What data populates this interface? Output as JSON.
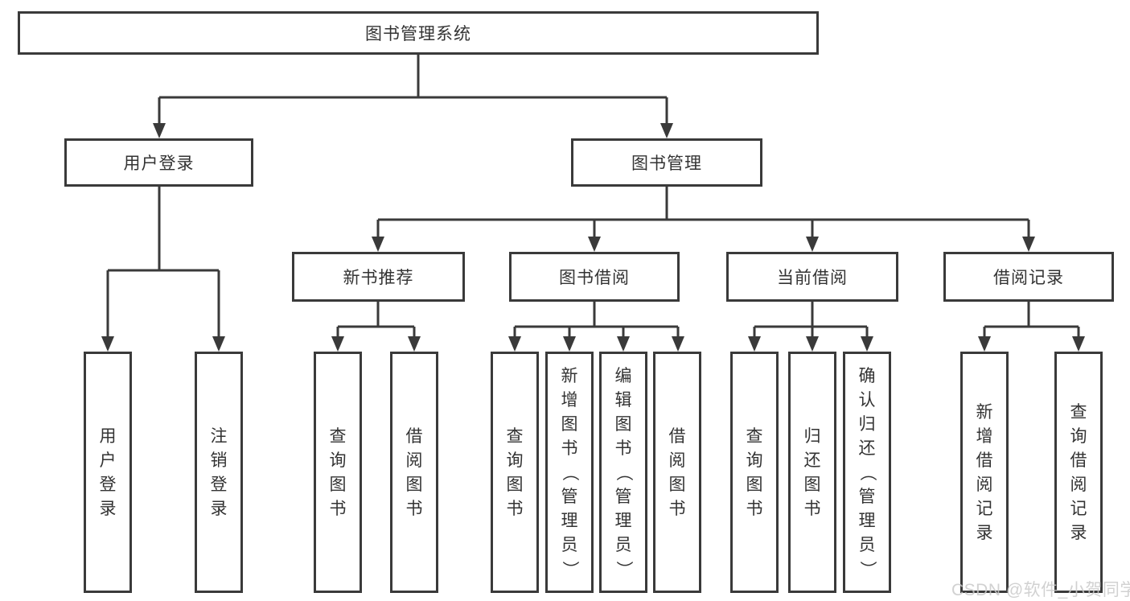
{
  "diagram": {
    "root": {
      "label": "图书管理系统"
    },
    "level2": {
      "user_login": {
        "label": "用户登录"
      },
      "book_mgmt": {
        "label": "图书管理"
      }
    },
    "level3": {
      "new_book": {
        "label": "新书推荐"
      },
      "book_borrow": {
        "label": "图书借阅"
      },
      "current_borrow": {
        "label": "当前借阅"
      },
      "borrow_records": {
        "label": "借阅记录"
      }
    },
    "leaves": {
      "ul_login": {
        "label": "用户登录"
      },
      "ul_logout": {
        "label": "注销登录"
      },
      "nb_query": {
        "label": "查询图书"
      },
      "nb_borrow": {
        "label": "借阅图书"
      },
      "bb_query": {
        "label": "查询图书"
      },
      "bb_add": {
        "label": "新增图书（管理员）"
      },
      "bb_edit": {
        "label": "编辑图书（管理员）"
      },
      "bb_borrow": {
        "label": "借阅图书"
      },
      "cb_query": {
        "label": "查询图书"
      },
      "cb_return": {
        "label": "归还图书"
      },
      "cb_confirm": {
        "label": "确认归还（管理员）"
      },
      "br_add": {
        "label": "新增借阅记录"
      },
      "br_query": {
        "label": "查询借阅记录"
      }
    },
    "edges": [
      {
        "from": "图书管理系统",
        "to": "用户登录"
      },
      {
        "from": "图书管理系统",
        "to": "图书管理"
      },
      {
        "from": "用户登录",
        "to": "用户登录"
      },
      {
        "from": "用户登录",
        "to": "注销登录"
      },
      {
        "from": "图书管理",
        "to": "新书推荐"
      },
      {
        "from": "图书管理",
        "to": "图书借阅"
      },
      {
        "from": "图书管理",
        "to": "当前借阅"
      },
      {
        "from": "图书管理",
        "to": "借阅记录"
      },
      {
        "from": "新书推荐",
        "to": "查询图书"
      },
      {
        "from": "新书推荐",
        "to": "借阅图书"
      },
      {
        "from": "图书借阅",
        "to": "查询图书"
      },
      {
        "from": "图书借阅",
        "to": "新增图书（管理员）"
      },
      {
        "from": "图书借阅",
        "to": "编辑图书（管理员）"
      },
      {
        "from": "图书借阅",
        "to": "借阅图书"
      },
      {
        "from": "当前借阅",
        "to": "查询图书"
      },
      {
        "from": "当前借阅",
        "to": "归还图书"
      },
      {
        "from": "当前借阅",
        "to": "确认归还（管理员）"
      },
      {
        "from": "借阅记录",
        "to": "新增借阅记录"
      },
      {
        "from": "借阅记录",
        "to": "查询借阅记录"
      }
    ]
  },
  "watermark": {
    "label": "CSDN @软件_小贺同学"
  },
  "colors": {
    "line": "#3a3a3a",
    "text": "#333333",
    "box_bg": "#ffffff",
    "watermark": "#c9c9c9"
  }
}
